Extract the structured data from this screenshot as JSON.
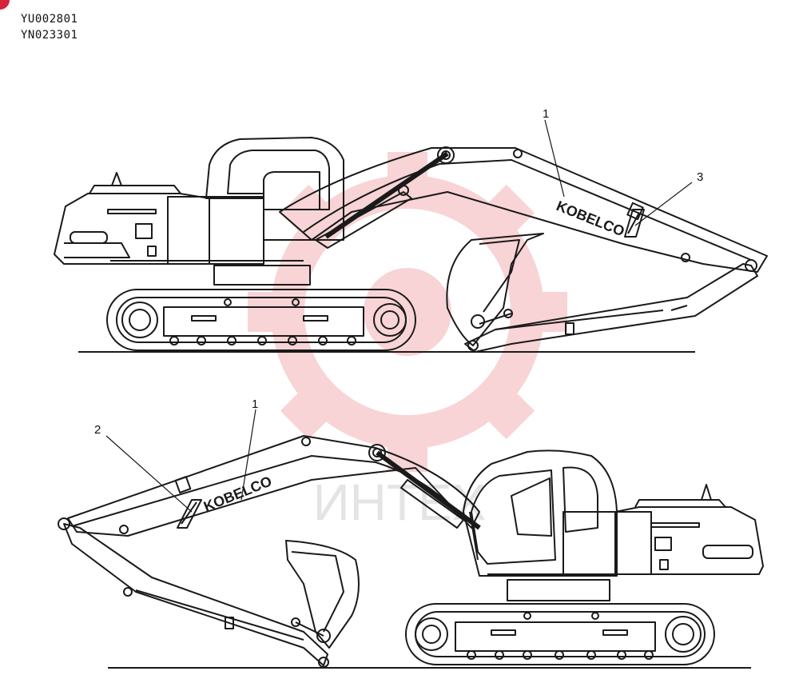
{
  "header": {
    "codes": [
      "YU002801",
      "YN023301"
    ]
  },
  "brand": {
    "logo_text": "KOBELCO"
  },
  "callouts": {
    "top_view": [
      "1",
      "3"
    ],
    "bottom_view": [
      "1",
      "2"
    ]
  },
  "watermark": {
    "text": "ИНТЕХ",
    "color": "#e0404a"
  },
  "colors": {
    "corner_mark": "#d8223a",
    "line": "#1a1a1a"
  }
}
